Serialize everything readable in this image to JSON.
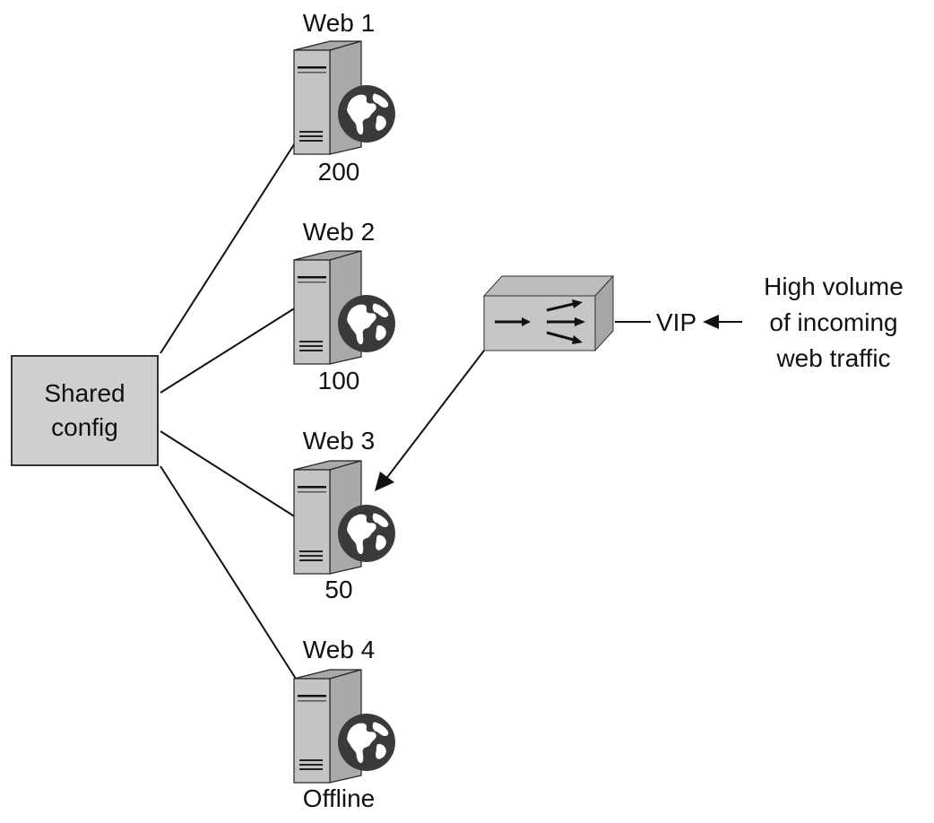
{
  "diagram": {
    "shared_config": {
      "label": "Shared\nconfig"
    },
    "servers": [
      {
        "name": "Web 1",
        "status": "200",
        "icon": "web-server-icon"
      },
      {
        "name": "Web 2",
        "status": "100",
        "icon": "web-server-icon"
      },
      {
        "name": "Web 3",
        "status": "50",
        "icon": "web-server-icon"
      },
      {
        "name": "Web 4",
        "status": "Offline",
        "icon": "web-server-icon"
      }
    ],
    "load_balancer": {
      "icon": "load-balancer-icon",
      "vip_label": "VIP"
    },
    "traffic": {
      "label": "High volume\nof incoming\nweb traffic"
    },
    "colors": {
      "server_front": "#c4c4c6",
      "server_side": "#a9a9ab",
      "globe": "#3a3a3c",
      "box_fill": "#cfcfcf",
      "line": "#111111"
    }
  }
}
